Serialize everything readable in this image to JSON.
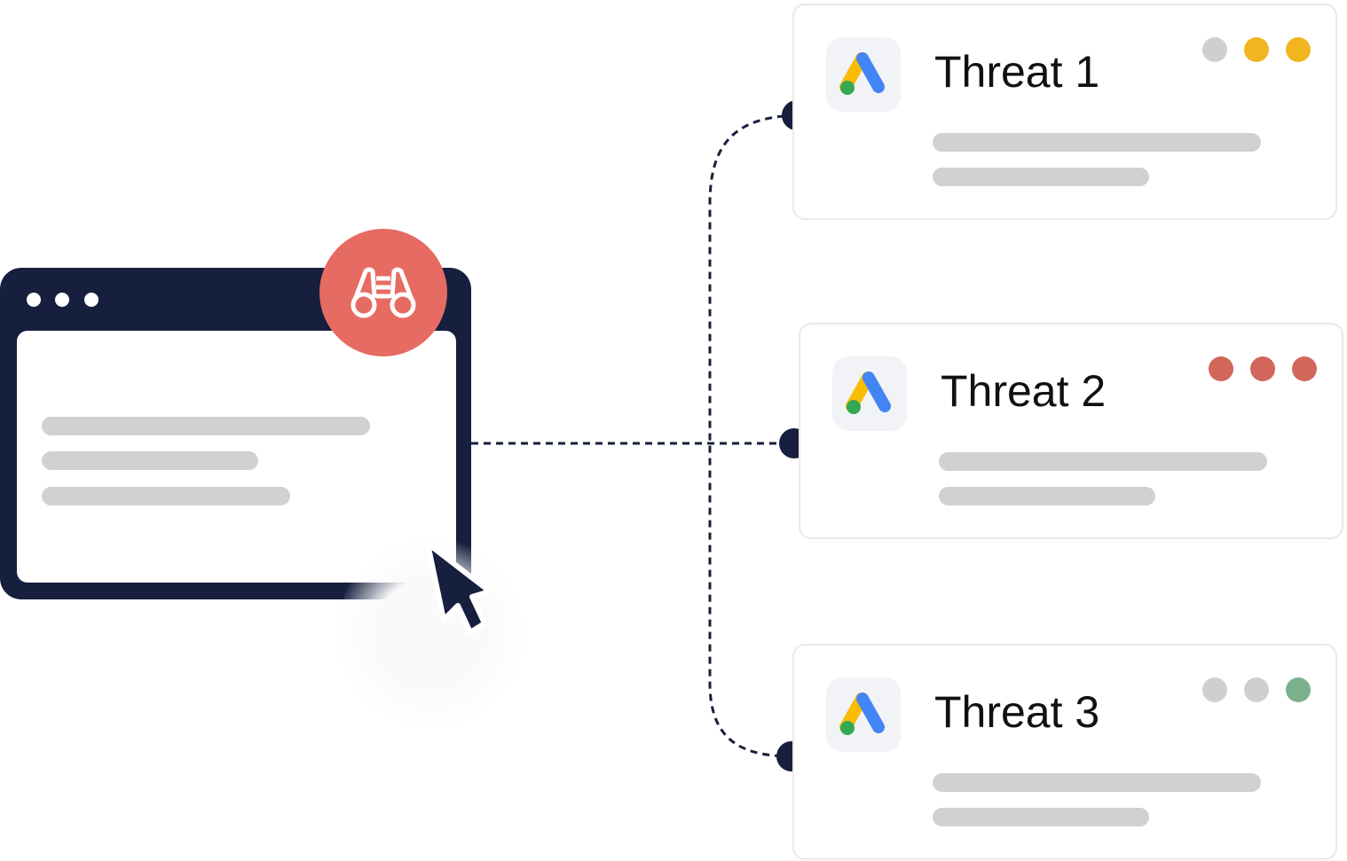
{
  "threats": [
    {
      "title": "Threat 1",
      "dots": [
        "#d0cfce",
        "#f2b51f",
        "#f2b51f"
      ]
    },
    {
      "title": "Threat 2",
      "dots": [
        "#d2665a",
        "#d2665a",
        "#d2665a"
      ]
    },
    {
      "title": "Threat 3",
      "dots": [
        "#d0cfce",
        "#d0cfce",
        "#7bb08d"
      ]
    }
  ],
  "colors": {
    "navy": "#161f3d",
    "accent": "#e66b62",
    "bar": "#d2d1cf"
  },
  "icons": {
    "badge": "binoculars-icon",
    "card_logo": "google-ads-icon",
    "pointer": "cursor-icon"
  }
}
